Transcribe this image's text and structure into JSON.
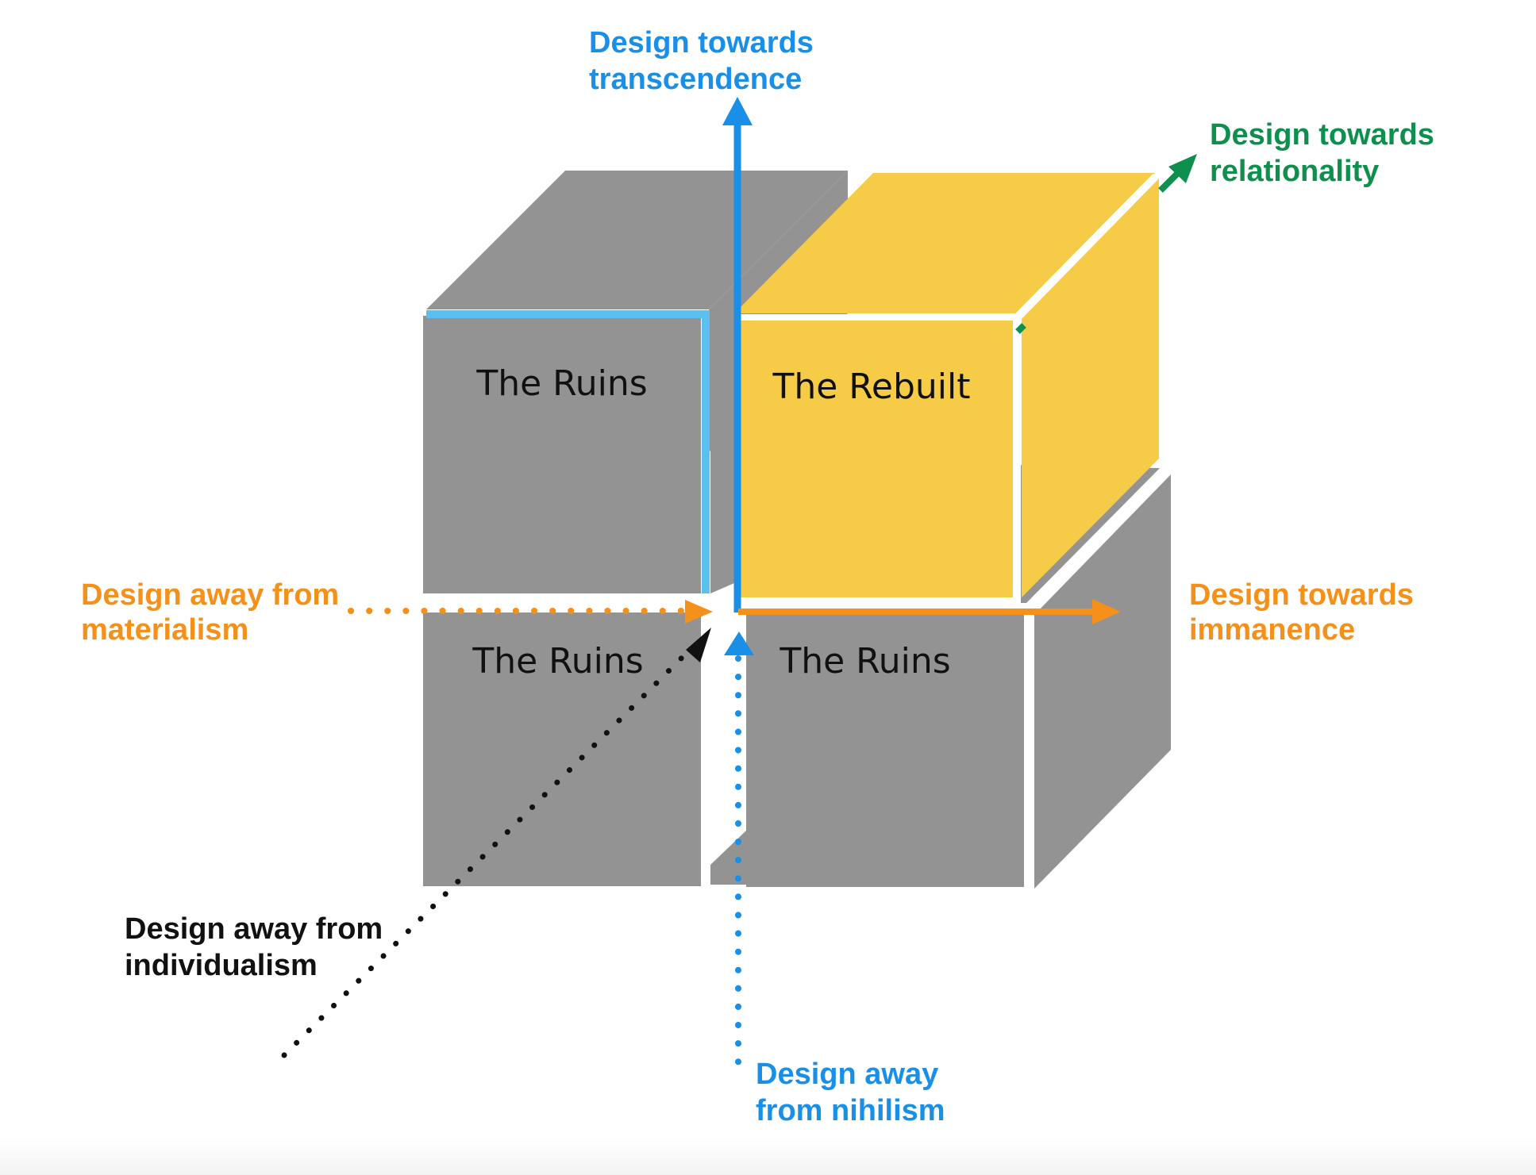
{
  "cubes": {
    "ruins_top_left": "The Ruins",
    "rebuilt_top_right": "The Rebuilt",
    "ruins_bottom_left": "The Ruins",
    "ruins_bottom_right": "The Ruins"
  },
  "axes": {
    "up": {
      "line1": "Design towards",
      "line2": "transcendence",
      "color": "#1a8fe8"
    },
    "down": {
      "line1": "Design away",
      "line2": "from nihilism",
      "color": "#1a8fe8"
    },
    "right": {
      "line1": "Design towards",
      "line2": "immanence",
      "color": "#f5901a"
    },
    "left": {
      "line1": "Design away from",
      "line2": "materialism",
      "color": "#f5901a"
    },
    "back": {
      "line1": "Design towards",
      "line2": "relationality",
      "color": "#0e8f4e"
    },
    "front": {
      "line1": "Design away from",
      "line2": "individualism",
      "color": "#111111"
    }
  },
  "colors": {
    "ruins_front": "#939393",
    "ruins_top": "#939393",
    "rebuilt": "#f6cb48",
    "highlight_edge": "#5bc0ef"
  }
}
